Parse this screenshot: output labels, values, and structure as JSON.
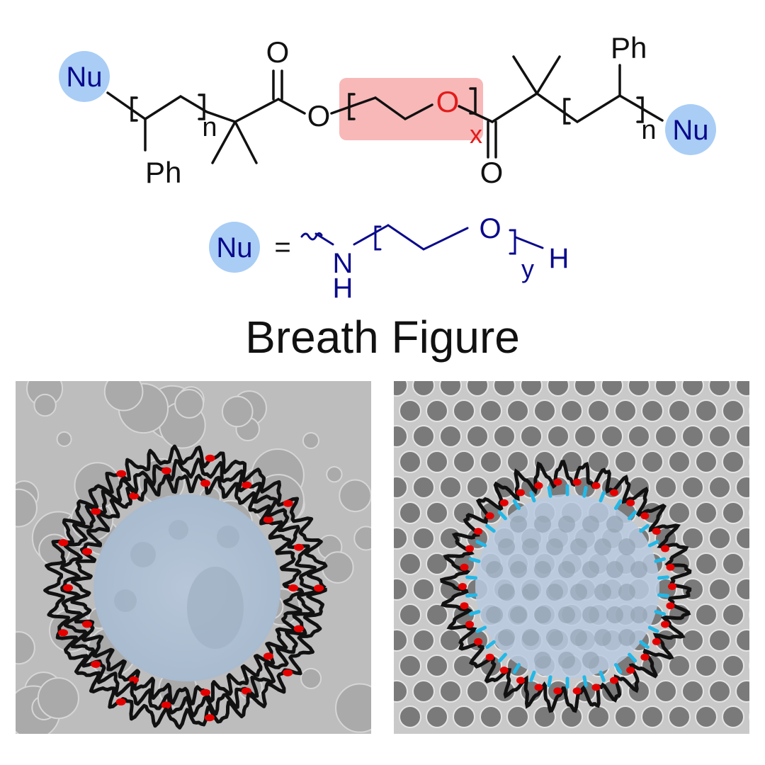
{
  "structure": {
    "nu_label": "Nu",
    "o_ester_left": "O",
    "o_carbonyl_top": "O",
    "o_eo_repeat": "O",
    "o_carbonyl_bottom": "O",
    "ph_left": "Ph",
    "ph_right": "Ph",
    "n_left": "n",
    "n_right": "n",
    "x_label": "x",
    "eq_sign": "=",
    "n_atom": "N",
    "h_on_n": "H",
    "o_peg": "O",
    "y_label": "y",
    "h_end": "H"
  },
  "colors": {
    "nu_circle": "#a9cdf5",
    "nu_text": "#0a0a8c",
    "peg_chain": "#0a0a8c",
    "peo_highlight": "#f8b8b8",
    "peo_text": "#e21b1b",
    "backbone": "#111111",
    "particle": "#b9cbe0",
    "red_segment": "#e50000",
    "cyan_segment": "#22b8e8",
    "sem_background": "#bdbdbd"
  },
  "title": "Breath Figure",
  "panels": [
    {
      "name": "left",
      "description_type": "sem-irregular-pores"
    },
    {
      "name": "right",
      "description_type": "sem-ordered-honeycomb"
    }
  ]
}
